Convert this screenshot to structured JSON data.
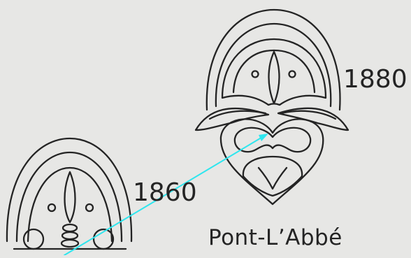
{
  "labels": {
    "year_top": "1880",
    "year_bottom": "1860",
    "place": "Pont-L’Abbé"
  },
  "colors": {
    "paper": "#e7e7e5",
    "ink": "#242424",
    "arrow": "#2ee6ee"
  },
  "figures": [
    {
      "name": "coiffe-1880",
      "description_icon": "embroidery-motif-icon"
    },
    {
      "name": "coiffe-1860",
      "description_icon": "embroidery-motif-icon"
    }
  ],
  "annotation": {
    "type": "arrow",
    "from": "coiffe-1860",
    "to": "coiffe-1880"
  }
}
